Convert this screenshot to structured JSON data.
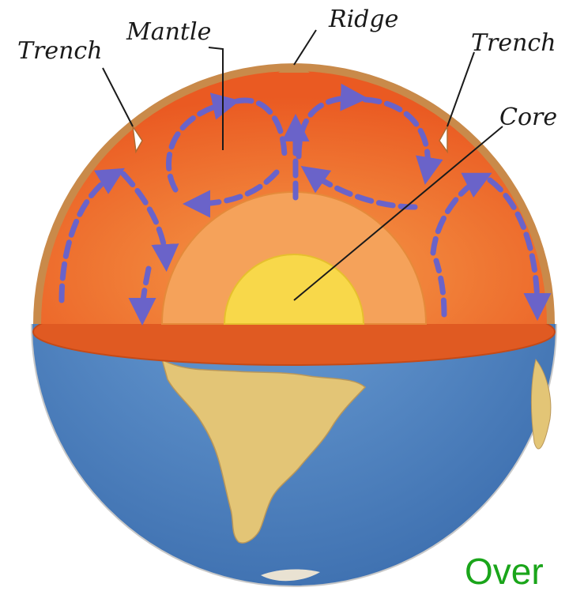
{
  "labels": {
    "trench_left": "Trench",
    "mantle": "Mantle",
    "ridge": "Ridge",
    "trench_right": "Trench",
    "core": "Core"
  },
  "caption": {
    "text": "Over",
    "color": "#1aa51a"
  },
  "colors": {
    "mantle_outer": "#f06a2a",
    "mantle_inner": "#f39a4a",
    "outer_core": "#f7b264",
    "inner_core": "#f8d84a",
    "crust": "#c98a4a",
    "ocean": "#4f86c6",
    "land": "#e2c47a",
    "arrows": "#6a63c9"
  }
}
